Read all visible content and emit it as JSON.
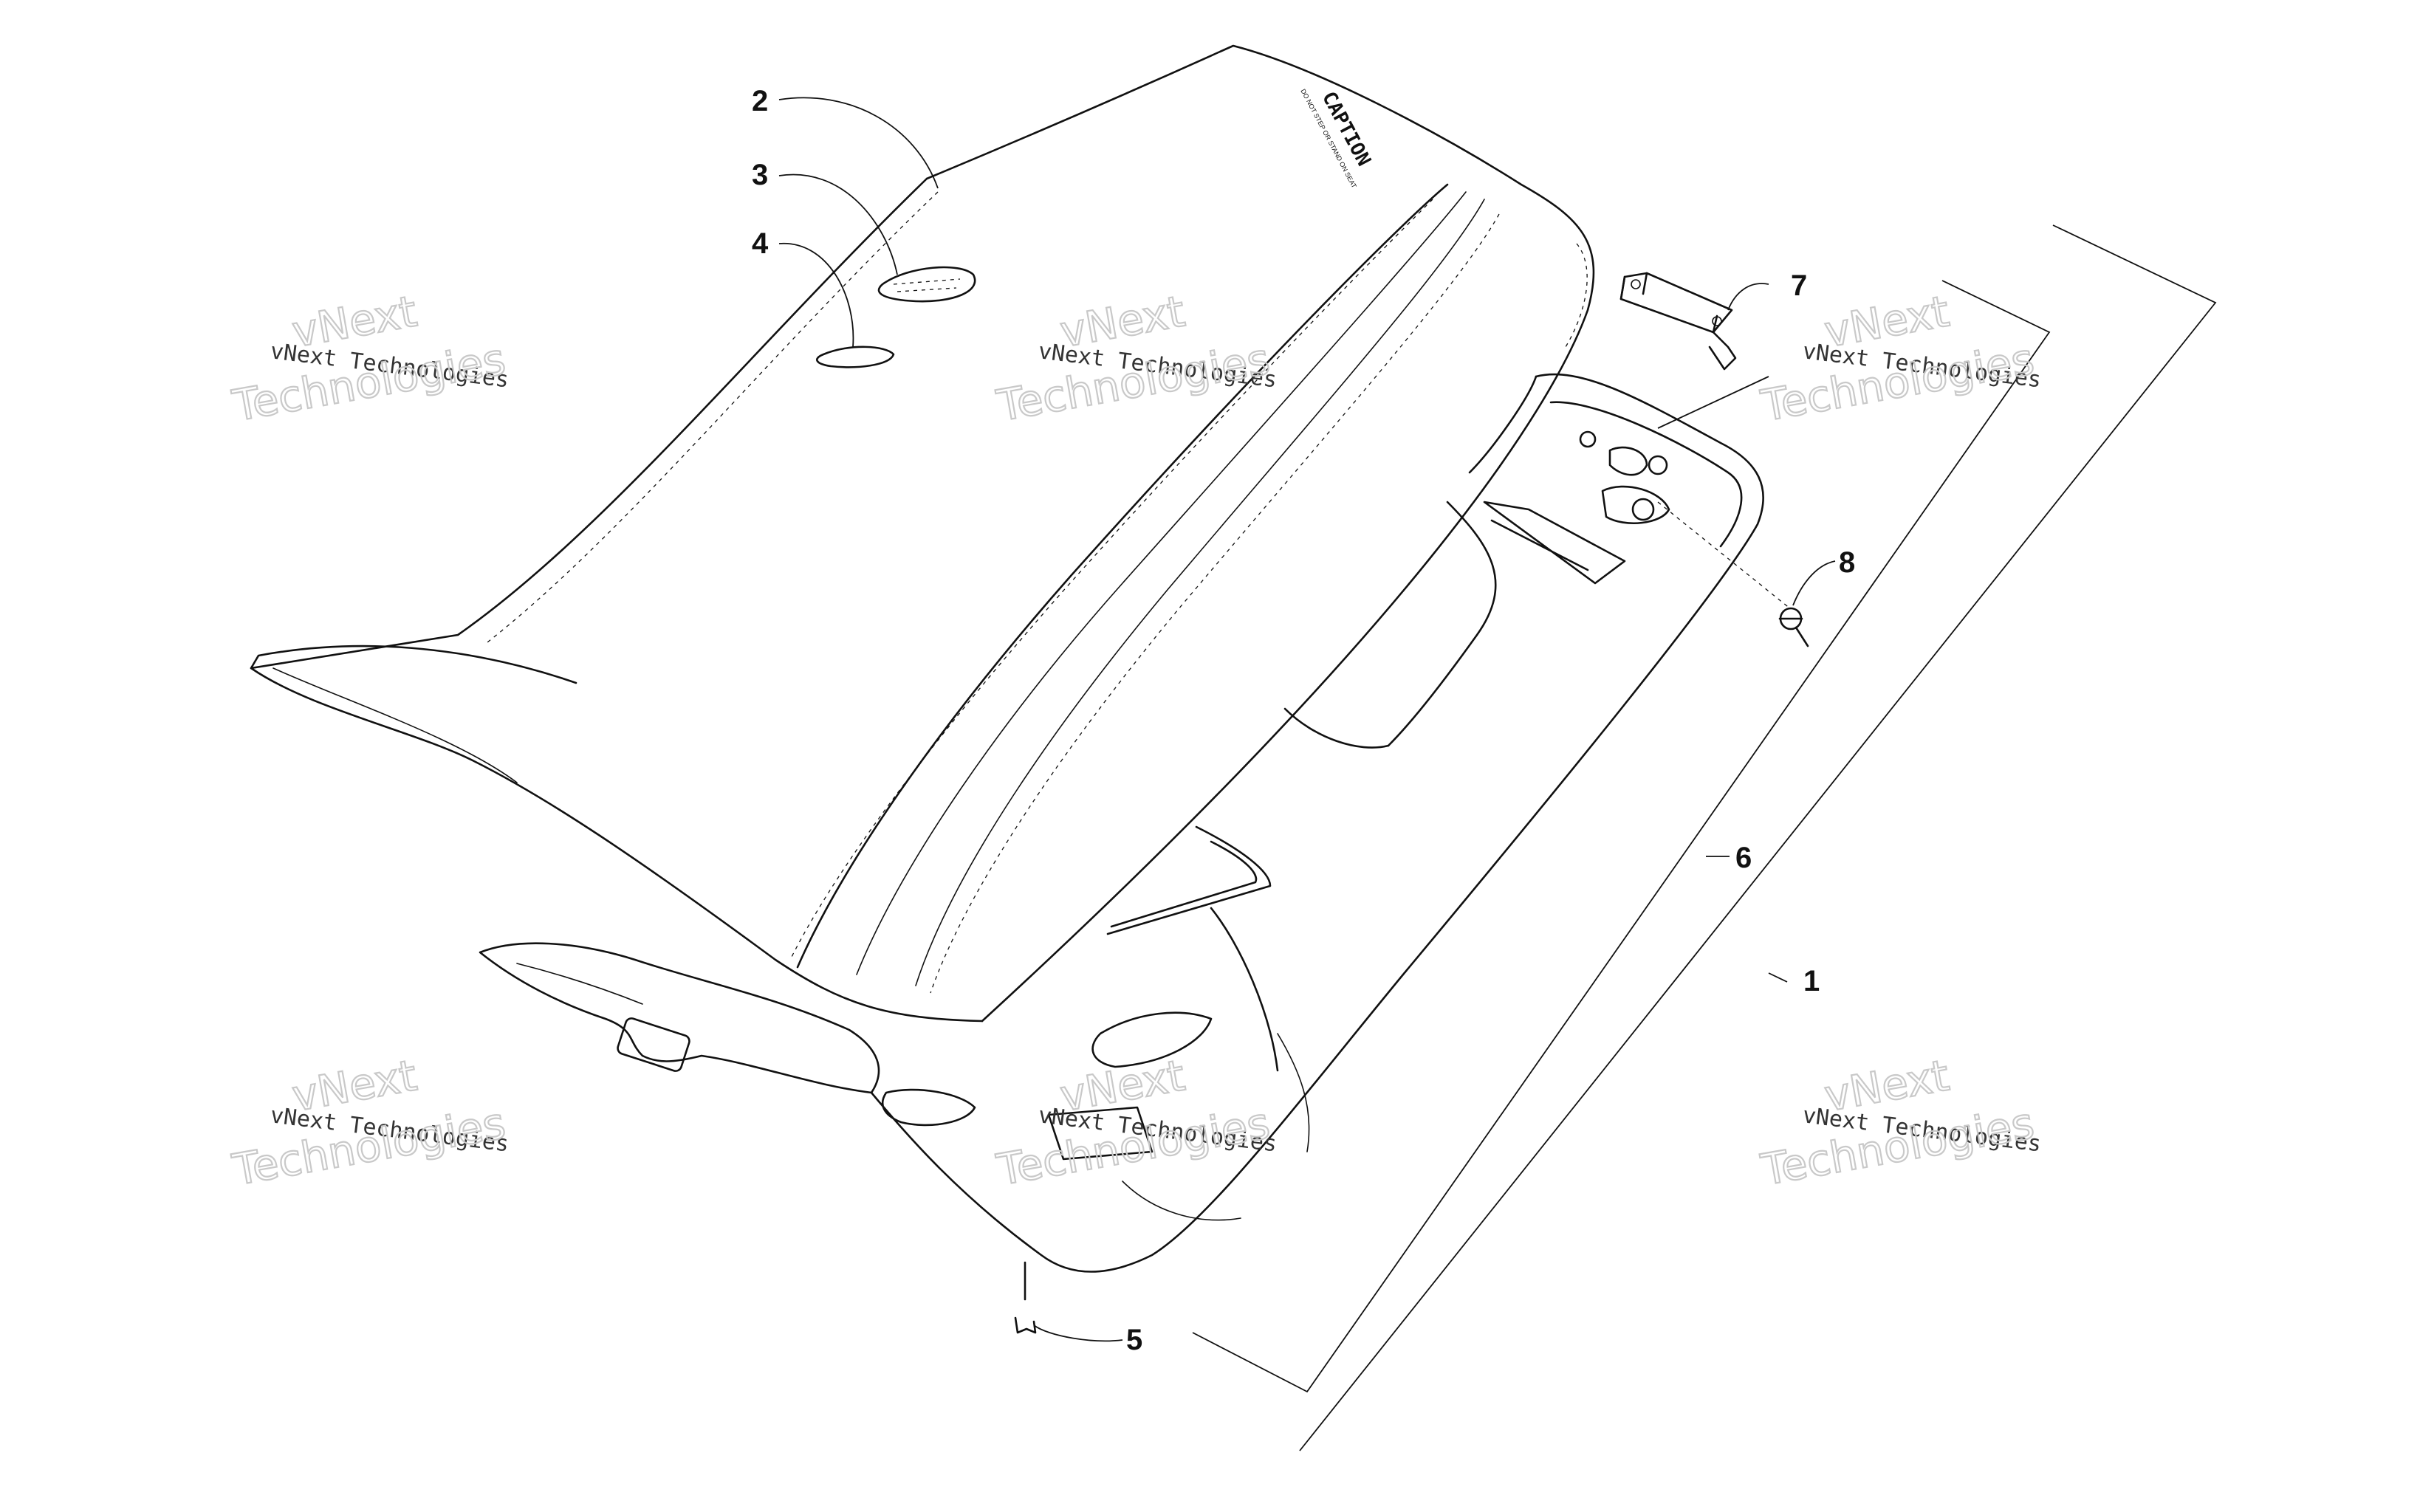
{
  "callouts": [
    "1",
    "2",
    "3",
    "4",
    "5",
    "6",
    "7",
    "8"
  ],
  "watermark": {
    "small": "vNext Technologies",
    "big_line1": "vNext",
    "big_line2": "Technologies"
  },
  "seat_logo": {
    "brand": "CAPTION",
    "tagline": "DO NOT STEP OR STAND ON SEAT"
  }
}
